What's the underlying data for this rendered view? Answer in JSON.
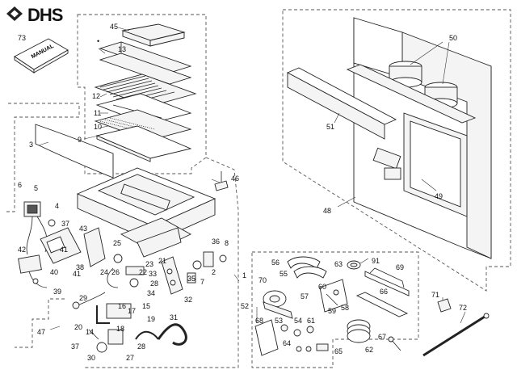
{
  "brand": {
    "logo_text": "DHS",
    "logo_icon": "dhs-logo-icon"
  },
  "manual": {
    "label": "MANUAL"
  },
  "callouts": {
    "c2": "2",
    "c3": "3",
    "c4": "4",
    "c5": "5",
    "c6": "6",
    "c7": "7",
    "c8": "8",
    "c9": "9",
    "c10": "10",
    "c11": "11",
    "c12": "12",
    "c13": "13",
    "c14": "14",
    "c15": "15",
    "c16": "16",
    "c17": "17",
    "c18": "18",
    "c19": "19",
    "c20": "20",
    "c21": "21",
    "c22": "22",
    "c23": "23",
    "c24": "24",
    "c25": "25",
    "c26": "26",
    "c27": "27",
    "c28": "28",
    "c29": "29",
    "c30": "30",
    "c31": "31",
    "c32": "32",
    "c33": "33",
    "c34": "34",
    "c35": "35",
    "c36": "36",
    "c37": "37",
    "c37b": "37",
    "c38": "38",
    "c39": "39",
    "c40": "40",
    "c41": "41",
    "c42": "42",
    "c43": "43",
    "c45": "45",
    "c46": "46",
    "c47": "47",
    "c48": "48",
    "c49": "49",
    "c50": "50",
    "c51": "51",
    "c52": "52",
    "c53": "53",
    "c54": "54",
    "c55": "55",
    "c56": "56",
    "c57": "57",
    "c58": "58",
    "c59": "59",
    "c60": "60",
    "c61": "61",
    "c62": "62",
    "c63": "63",
    "c64": "64",
    "c65": "65",
    "c66": "66",
    "c67": "67",
    "c68": "68",
    "c69": "69",
    "c70": "70",
    "c71": "71",
    "c72": "72",
    "c73": "73",
    "c91": "91",
    "c1": "1"
  }
}
